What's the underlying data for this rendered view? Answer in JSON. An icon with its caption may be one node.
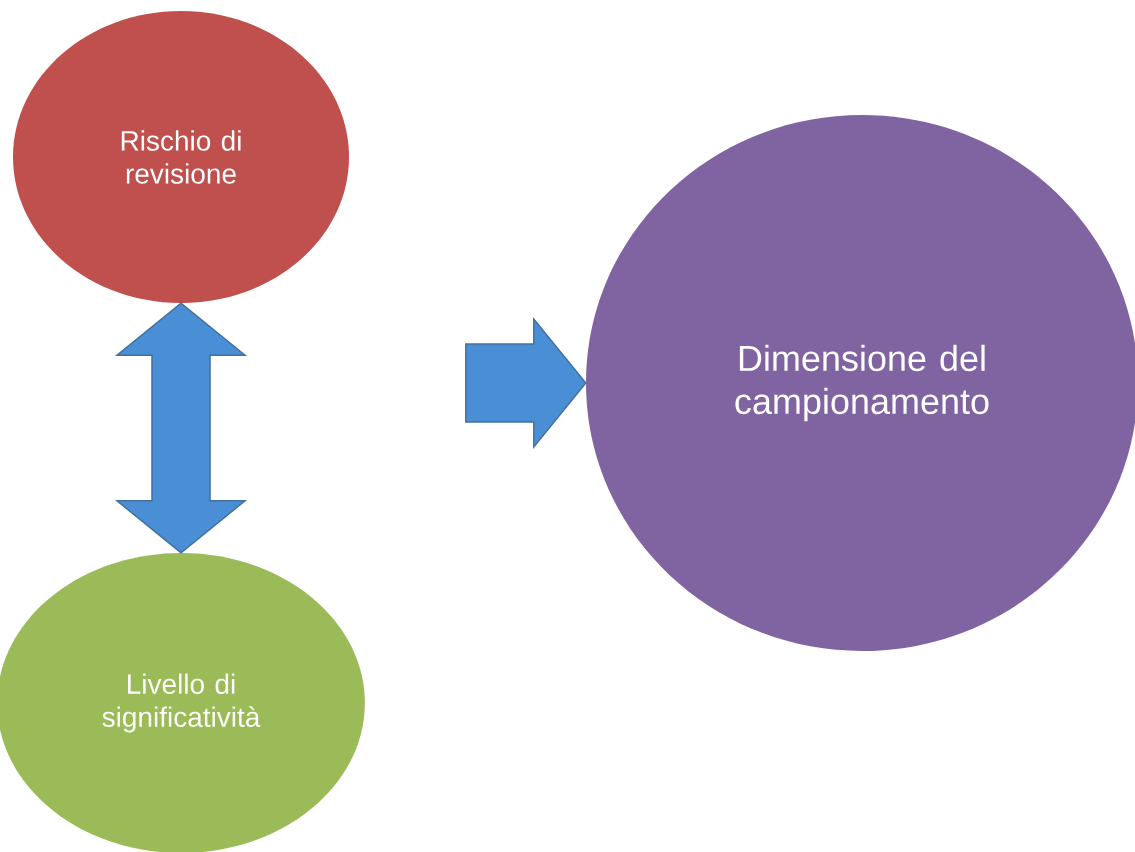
{
  "diagram": {
    "nodes": [
      {
        "text": [
          "Rischio di revisione"
        ]
      },
      {
        "text": [
          "Livello di significatività"
        ]
      },
      {
        "text": [
          "Dimensione del campionamento"
        ]
      }
    ],
    "edges": [
      {
        "from": 0,
        "to": 1,
        "arrow": "both"
      },
      {
        "from": null,
        "to": 2,
        "arrow": "to"
      }
    ]
  }
}
